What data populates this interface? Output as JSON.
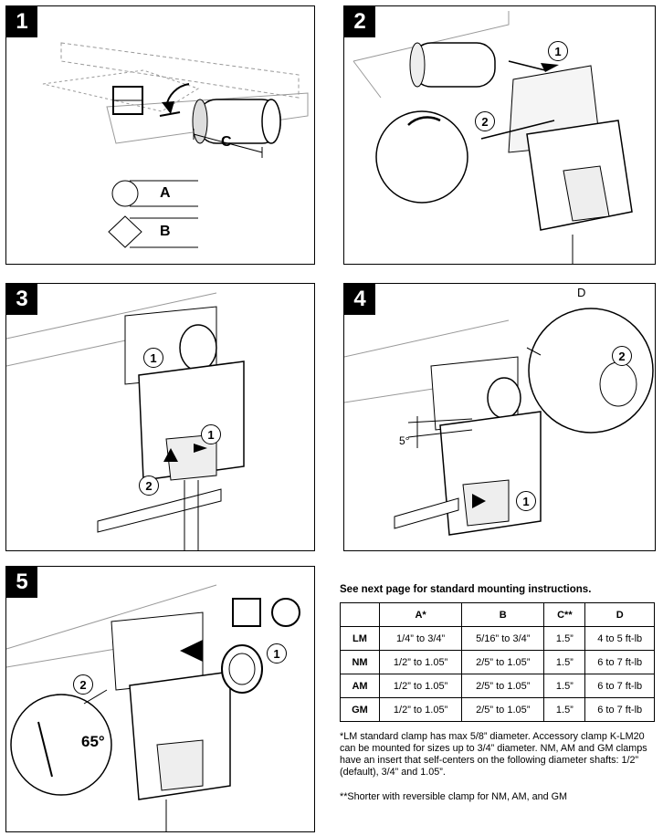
{
  "panels": [
    {
      "number": "1",
      "labels": {
        "c": "C",
        "a": "A",
        "b": "B"
      }
    },
    {
      "number": "2",
      "callouts": [
        "1",
        "2"
      ]
    },
    {
      "number": "3",
      "callouts": [
        "1",
        "1",
        "2"
      ]
    },
    {
      "number": "4",
      "label_d": "D",
      "angle": "5°",
      "callouts": [
        "2",
        "1"
      ]
    },
    {
      "number": "5",
      "callouts": [
        "1",
        "2"
      ],
      "angle": "65°"
    }
  ],
  "info": {
    "heading": "See next page for standard mounting instructions.",
    "table": {
      "headers": [
        "",
        "A*",
        "B",
        "C**",
        "D"
      ],
      "rows": [
        [
          "LM",
          "1/4” to 3/4”",
          "5/16” to 3/4”",
          "1.5”",
          "4 to 5 ft-lb"
        ],
        [
          "NM",
          "1/2” to 1.05”",
          "2/5” to 1.05”",
          "1.5”",
          "6 to 7 ft-lb"
        ],
        [
          "AM",
          "1/2” to 1.05”",
          "2/5” to 1.05”",
          "1.5”",
          "6 to 7 ft-lb"
        ],
        [
          "GM",
          "1/2” to 1.05”",
          "2/5” to 1.05”",
          "1.5”",
          "6 to 7 ft-lb"
        ]
      ]
    },
    "footnote1": "*LM standard clamp has max 5/8” diameter.  Accessory clamp K-LM20 can be mounted for sizes up to 3/4” diameter. NM, AM and GM clamps have an insert that self-centers on the following diameter shafts: 1/2” (default), 3/4” and 1.05”.",
    "footnote2": "**Shorter with reversible clamp for NM, AM, and GM"
  }
}
